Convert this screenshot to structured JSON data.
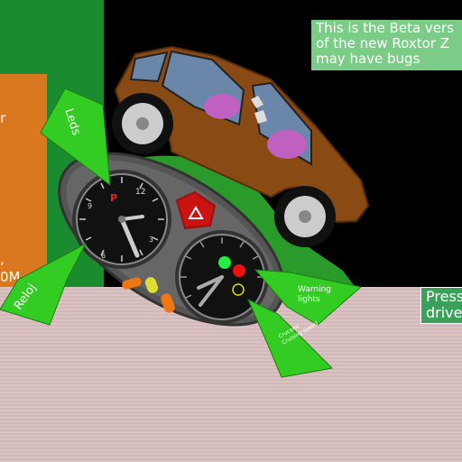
{
  "beta_notice": {
    "text": "This is the Beta vers\nof the new Roxtor Z\nmay have bugs"
  },
  "press_prompt": {
    "text": "Press\ndrive"
  },
  "side_panel": {
    "line1": "r",
    "line2": ",",
    "line3": "0M"
  },
  "callouts": {
    "leds": "Leds",
    "reloj": "Reloj",
    "warning": "Warning\nlights",
    "cruise": "Crucero/\nCruising speed"
  },
  "clock": {
    "twelve": "12",
    "nine": "9",
    "three": "3",
    "six": "6"
  },
  "colors": {
    "callout_green": "#33cc22",
    "car_body": "#8a4a14",
    "ground": "#d9bfbf",
    "panel_orange": "#d9781e",
    "beta_box": "#7acc86",
    "warning_green": "#22ee44",
    "warning_red": "#ee1111",
    "warning_yellow": "#dddd00"
  }
}
